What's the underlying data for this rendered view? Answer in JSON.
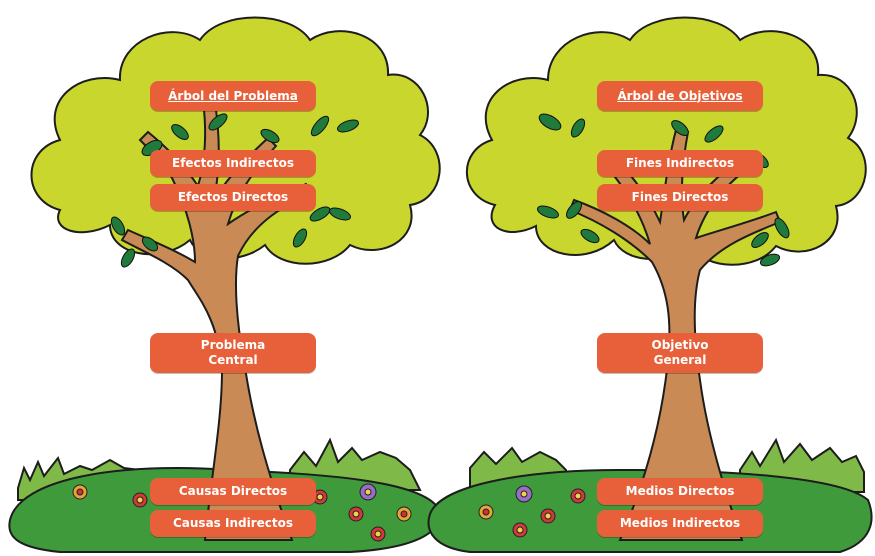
{
  "left_tree": {
    "title": "Árbol del Problema",
    "effects_indirect": "Efectos Indirectos",
    "effects_direct": "Efectos Directos",
    "central_line1": "Problema",
    "central_line2": "Central",
    "causes_direct": "Causas Directos",
    "causes_indirect": "Causas Indirectos"
  },
  "right_tree": {
    "title": "Árbol de Objetivos",
    "ends_indirect": "Fines Indirectos",
    "ends_direct": "Fines Directos",
    "general_line1": "Objetivo",
    "general_line2": "General",
    "means_direct": "Medios Directos",
    "means_indirect": "Medios Indirectos"
  },
  "colors": {
    "canopy": "#c9d62e",
    "trunk": "#c98a55",
    "grass": "#3f9a3c",
    "label": "#e8603a"
  }
}
